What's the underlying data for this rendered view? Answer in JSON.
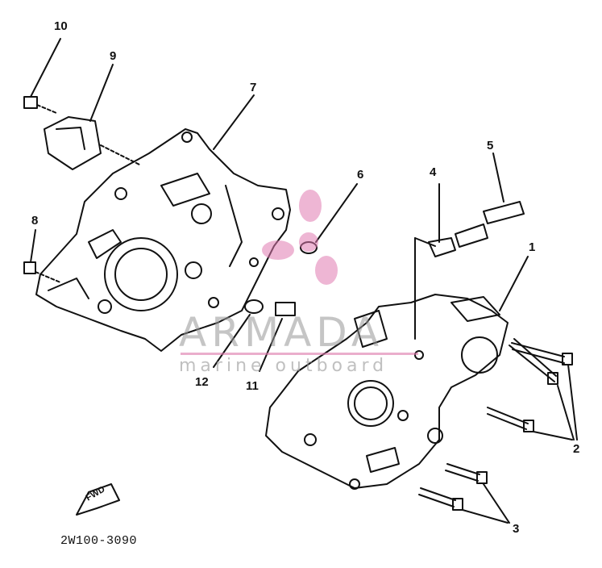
{
  "diagram": {
    "reference_code": "2W100-3090",
    "fwd_label": "FWD",
    "callouts": [
      "1",
      "2",
      "3",
      "4",
      "5",
      "6",
      "7",
      "8",
      "9",
      "10",
      "11",
      "12"
    ]
  },
  "watermark": {
    "brand": "ARMADA",
    "subtitle": "marine outboard",
    "colors": {
      "text": "#969696",
      "logo": "#e07ab0"
    }
  },
  "colors": {
    "line": "#111111",
    "background": "#ffffff"
  }
}
